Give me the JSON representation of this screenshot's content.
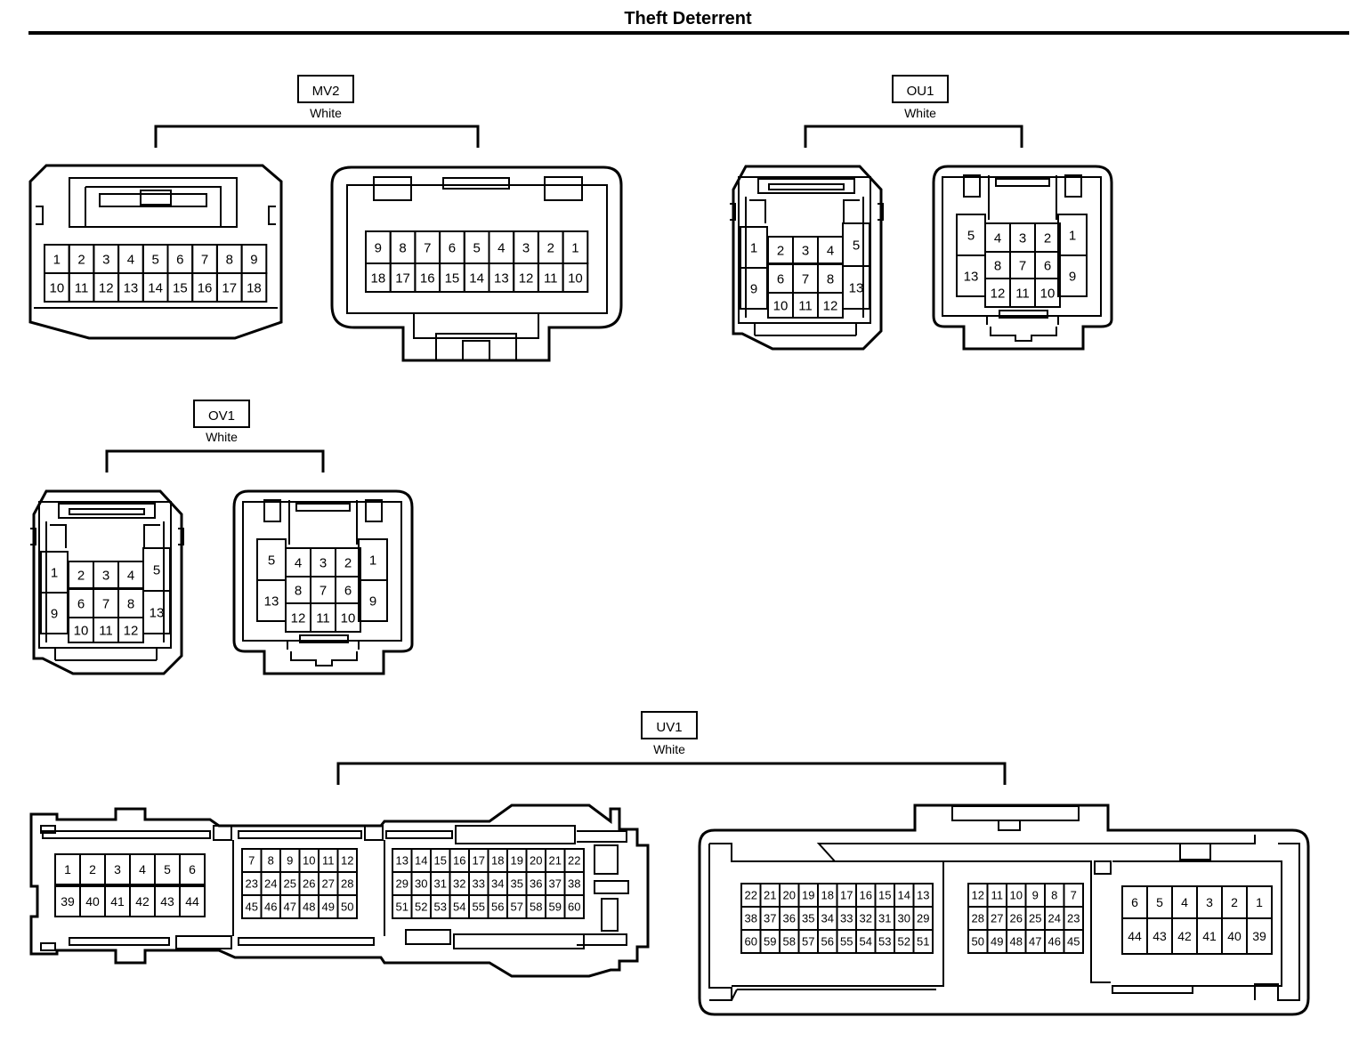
{
  "title": "Theft Deterrent",
  "connectors": {
    "mv2": {
      "code": "MV2",
      "color": "White"
    },
    "ou1": {
      "code": "OU1",
      "color": "White"
    },
    "ov1": {
      "code": "OV1",
      "color": "White"
    },
    "uv1": {
      "code": "UV1",
      "color": "White"
    }
  },
  "pins": {
    "mv2_left_top": [
      "1",
      "2",
      "3",
      "4",
      "5",
      "6",
      "7",
      "8",
      "9"
    ],
    "mv2_left_bottom": [
      "10",
      "11",
      "12",
      "13",
      "14",
      "15",
      "16",
      "17",
      "18"
    ],
    "mv2_right_top": [
      "9",
      "8",
      "7",
      "6",
      "5",
      "4",
      "3",
      "2",
      "1"
    ],
    "mv2_right_bottom": [
      "18",
      "17",
      "16",
      "15",
      "14",
      "13",
      "12",
      "11",
      "10"
    ],
    "small_a_side_l": [
      "1",
      "9"
    ],
    "small_a_side_r": [
      "5",
      "13"
    ],
    "small_a_r1": [
      "2",
      "3",
      "4"
    ],
    "small_a_r2": [
      "6",
      "7",
      "8"
    ],
    "small_a_r3": [
      "10",
      "11",
      "12"
    ],
    "small_b_side_l": [
      "5",
      "13"
    ],
    "small_b_side_r": [
      "1",
      "9"
    ],
    "small_b_r1": [
      "4",
      "3",
      "2"
    ],
    "small_b_r2": [
      "8",
      "7",
      "6"
    ],
    "small_b_r3": [
      "12",
      "11",
      "10"
    ],
    "uv1_l_a_top": [
      "1",
      "2",
      "3",
      "4",
      "5",
      "6"
    ],
    "uv1_l_a_bottom": [
      "39",
      "40",
      "41",
      "42",
      "43",
      "44"
    ],
    "uv1_l_b_r1": [
      "7",
      "8",
      "9",
      "10",
      "11",
      "12"
    ],
    "uv1_l_b_r2": [
      "23",
      "24",
      "25",
      "26",
      "27",
      "28"
    ],
    "uv1_l_b_r3": [
      "45",
      "46",
      "47",
      "48",
      "49",
      "50"
    ],
    "uv1_l_c_r1": [
      "13",
      "14",
      "15",
      "16",
      "17",
      "18",
      "19",
      "20",
      "21",
      "22"
    ],
    "uv1_l_c_r2": [
      "29",
      "30",
      "31",
      "32",
      "33",
      "34",
      "35",
      "36",
      "37",
      "38"
    ],
    "uv1_l_c_r3": [
      "51",
      "52",
      "53",
      "54",
      "55",
      "56",
      "57",
      "58",
      "59",
      "60"
    ],
    "uv1_r_a_r1": [
      "22",
      "21",
      "20",
      "19",
      "18",
      "17",
      "16",
      "15",
      "14",
      "13"
    ],
    "uv1_r_a_r2": [
      "38",
      "37",
      "36",
      "35",
      "34",
      "33",
      "32",
      "31",
      "30",
      "29"
    ],
    "uv1_r_a_r3": [
      "60",
      "59",
      "58",
      "57",
      "56",
      "55",
      "54",
      "53",
      "52",
      "51"
    ],
    "uv1_r_b_r1": [
      "12",
      "11",
      "10",
      "9",
      "8",
      "7"
    ],
    "uv1_r_b_r2": [
      "28",
      "27",
      "26",
      "25",
      "24",
      "23"
    ],
    "uv1_r_b_r3": [
      "50",
      "49",
      "48",
      "47",
      "46",
      "45"
    ],
    "uv1_r_c_top": [
      "6",
      "5",
      "4",
      "3",
      "2",
      "1"
    ],
    "uv1_r_c_bottom": [
      "44",
      "43",
      "42",
      "41",
      "40",
      "39"
    ]
  }
}
